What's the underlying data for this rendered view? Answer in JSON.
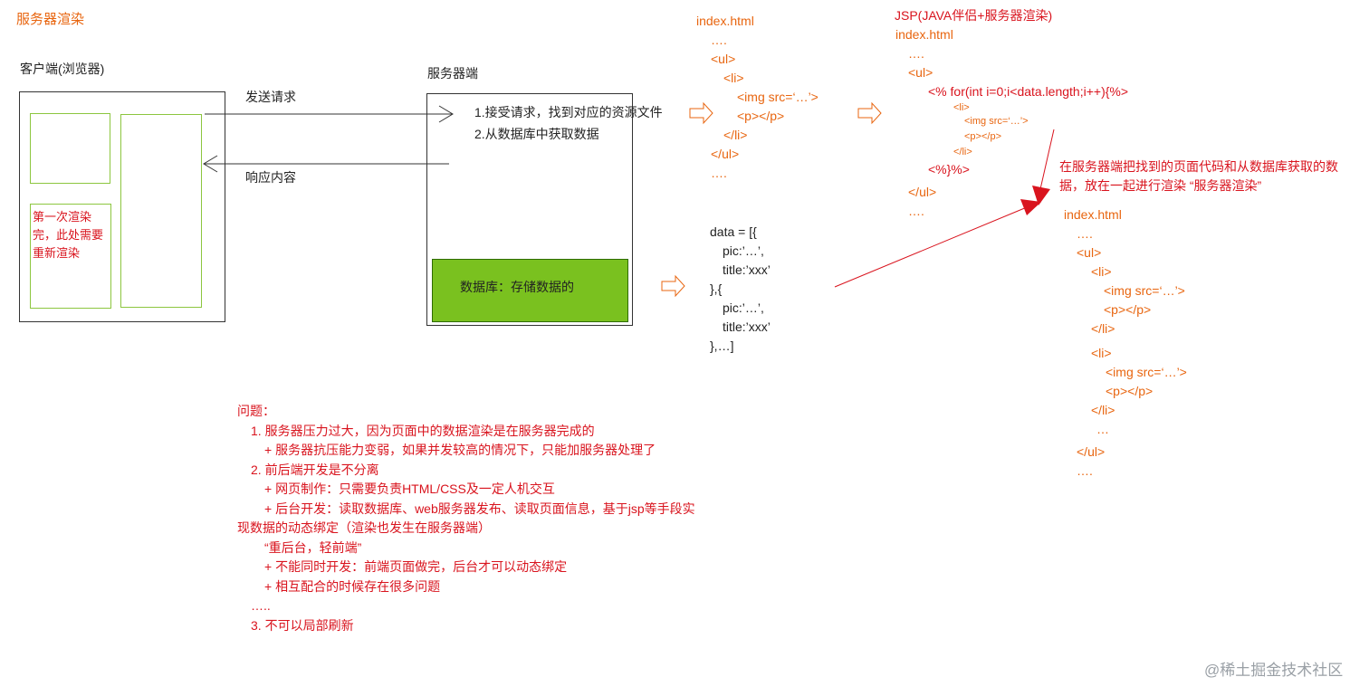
{
  "title": "服务器渲染",
  "client": {
    "label": "客户端(浏览器)",
    "note_lines": [
      "第一次渲染",
      "完，此处需要",
      "重新渲染"
    ]
  },
  "server": {
    "label": "服务器端",
    "steps": [
      "1.接受请求，找到对应的资源文件",
      "2.从数据库中获取数据"
    ],
    "db_label": "数据库：存储数据的",
    "db_color": "#7ac11f"
  },
  "arrows": {
    "request": "发送请求",
    "response": "响应内容"
  },
  "template_code": {
    "filename": "index.html",
    "lines": [
      "….",
      "<ul>",
      "<li>",
      "<img src=‘…’>",
      "<p></p>",
      "</li>",
      "</ul>",
      "…."
    ]
  },
  "jsp": {
    "title": "JSP(JAVA伴侣+服务器渲染)",
    "filename": "index.html",
    "lines": [
      "….",
      "<ul>",
      "<% for(int i=0;i<data.length;i++){%>",
      "<li>",
      "<img src=‘…’>",
      "<p></p>",
      "</li>",
      "<%}%>",
      "</ul>",
      "…."
    ]
  },
  "data_code": {
    "lines": [
      "data = [{",
      "pic:’…’,",
      "title:’xxx’",
      "},{",
      "pic:’…’,",
      "title:’xxx’",
      "},…]"
    ]
  },
  "render_note": {
    "lines": [
      "在服务器端把找到的页面代码和从数据库获取的数",
      "据，放在一起进行渲染 “服务器渲染”"
    ]
  },
  "result_code": {
    "filename": "index.html",
    "lines": [
      "….",
      "<ul>",
      "<li>",
      "<img src=‘…’>",
      "<p></p>",
      "</li>",
      "<li>",
      "<img src=‘…’>",
      "<p></p>",
      "</li>",
      "…",
      "</ul>",
      "…."
    ]
  },
  "problems": {
    "lines": [
      "问题：",
      "1. 服务器压力过大，因为页面中的数据渲染是在服务器完成的",
      "+ 服务器抗压能力变弱，如果并发较高的情况下，只能加服务器处理了",
      "2. 前后端开发是不分离",
      "+ 网页制作：只需要负责HTML/CSS及一定人机交互",
      "+ 后台开发：读取数据库、web服务器发布、读取页面信息，基于jsp等手段实",
      "现数据的动态绑定（渲染也发生在服务器端）",
      "“重后台，轻前端”",
      "+ 不能同时开发：前端页面做完，后台才可以动态绑定",
      "+ 相互配合的时候存在很多问题",
      "…..",
      "3. 不可以局部刷新"
    ]
  },
  "watermark": "@稀土掘金技术社区",
  "colors": {
    "orange": "#e8650f",
    "red": "#d9141e",
    "green_border": "#8cc63f"
  }
}
